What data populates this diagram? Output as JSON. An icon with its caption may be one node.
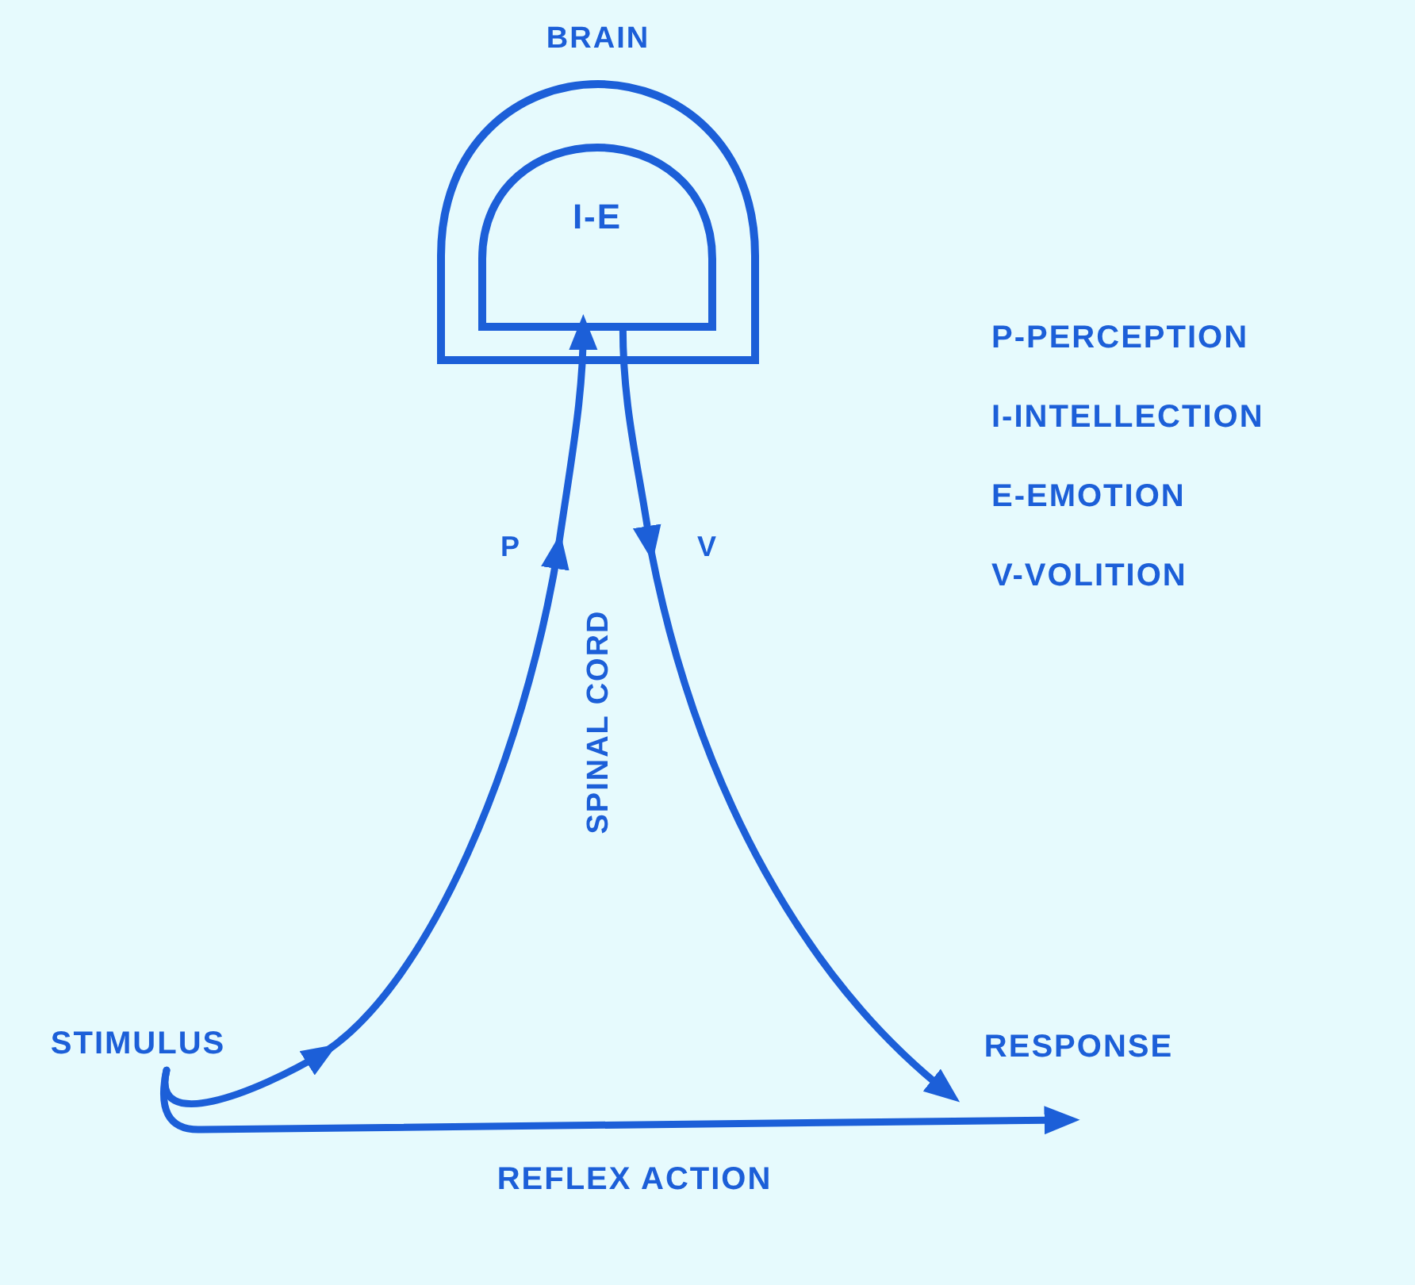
{
  "diagram": {
    "nodes": [
      {
        "text": [
          "BRAIN"
        ]
      },
      {
        "text": [
          "I-E"
        ],
        "in": 0
      },
      {
        "text": [
          "STIMULUS"
        ]
      },
      {
        "text": [
          "RESPONSE"
        ]
      }
    ],
    "edges": [
      {
        "from": 2,
        "to": 1,
        "arrow": "to",
        "label": "P"
      },
      {
        "from": 1,
        "to": 3,
        "arrow": "to",
        "label": "V"
      },
      {
        "from": 2,
        "to": 3,
        "arrow": "to",
        "label": "REFLEX ACTION"
      }
    ],
    "labels": [
      "SPINAL CORD",
      "P-PERCEPTION",
      "I-INTELLECTION",
      "E-EMOTION",
      "V-VOLITION"
    ]
  }
}
